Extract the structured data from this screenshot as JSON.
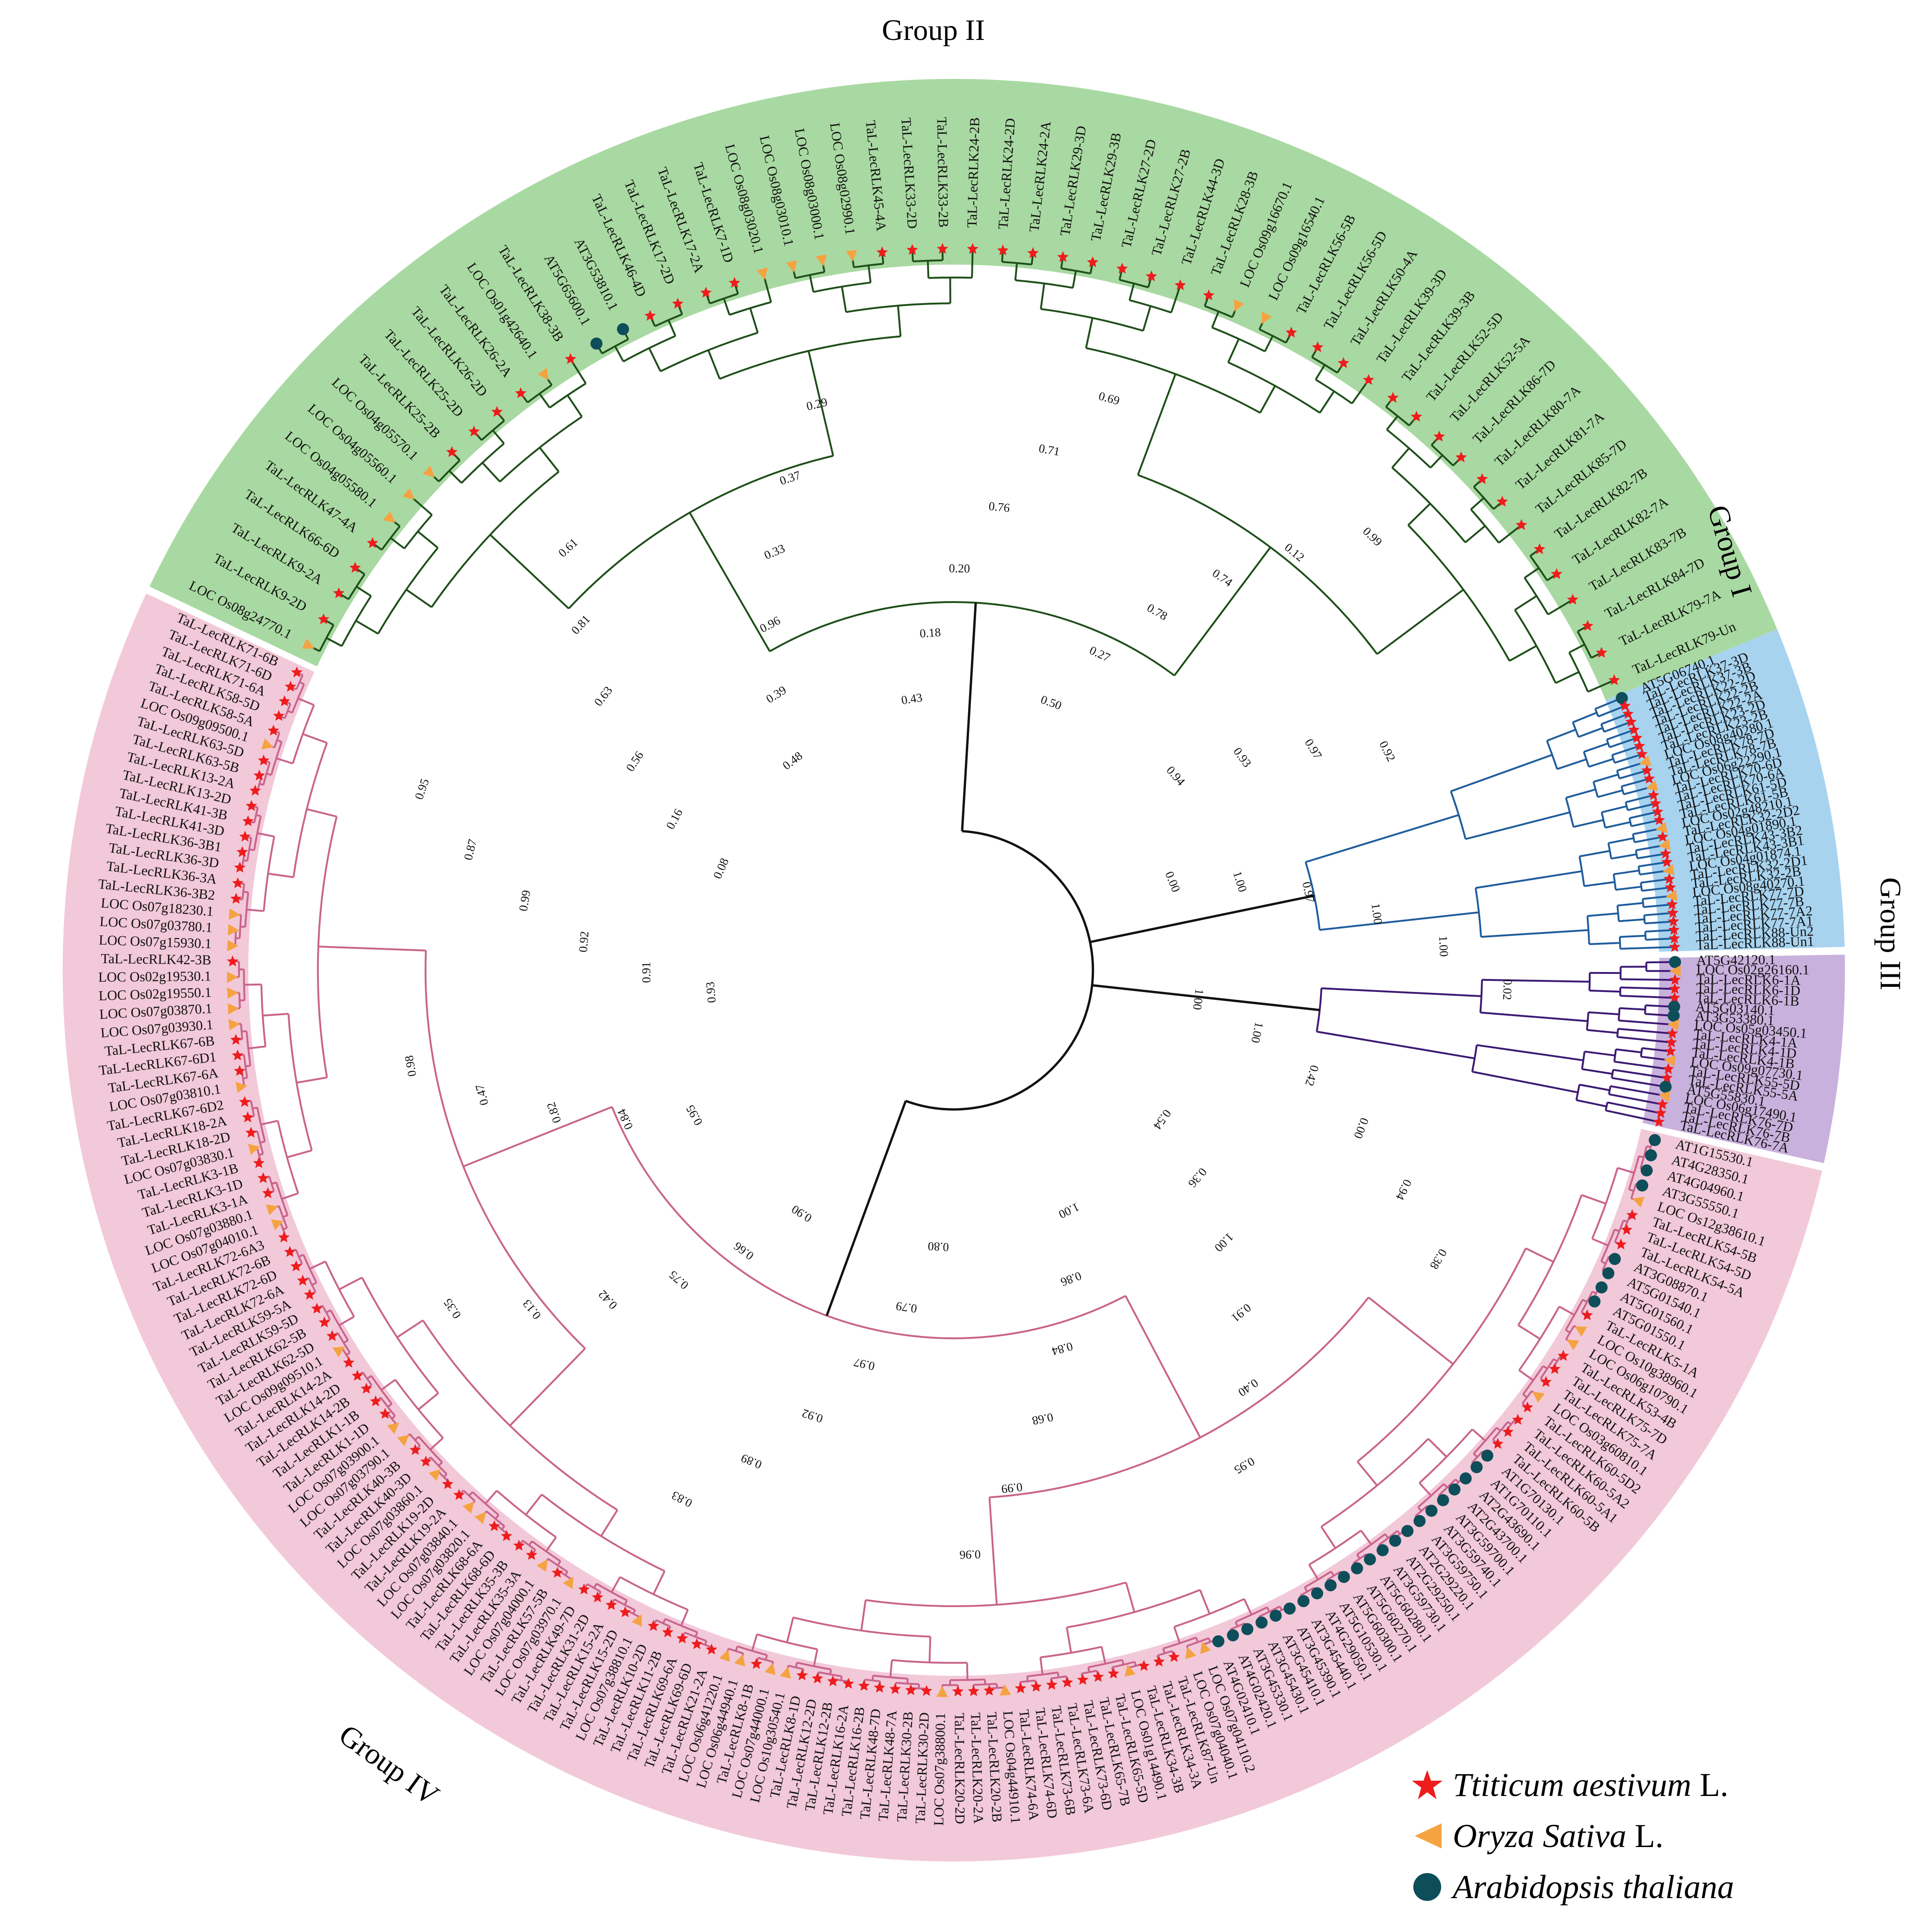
{
  "groups": [
    {
      "id": "I",
      "label": "Group I",
      "fill": "#a7d3ef",
      "branch": "#1f5d9c"
    },
    {
      "id": "II",
      "label": "Group II",
      "fill": "#a9d9a2",
      "branch": "#1f4f1a"
    },
    {
      "id": "III",
      "label": "Group III",
      "fill": "#c9b1dd",
      "branch": "#3c1a73"
    },
    {
      "id": "IV",
      "label": "Group IV",
      "fill": "#f2c9d9",
      "branch": "#c9648b"
    }
  ],
  "legend": [
    {
      "genus": "Ttiticum aestivum",
      "author": "L.",
      "marker": "star",
      "color": "#ee1c1c"
    },
    {
      "genus": "Oryza Sativa",
      "author": "L.",
      "marker": "triangle",
      "color": "#f5a341"
    },
    {
      "genus": "Arabidopsis thaliana",
      "author": "",
      "marker": "circle",
      "color": "#0d4e5a"
    }
  ],
  "leaves": {
    "I": [
      "AT5G06740.1",
      "TaL-LecRLK37-3D",
      "TaL-LecRLK37-3B",
      "TaL-LecRLK22-2D",
      "TaL-LecRLK22-2B",
      "TaL-LecRLK22-2A",
      "TaL-LecRLK23-2D",
      "TaL-LecRLK23-2B",
      "LOC Os08g40280.1",
      "TaL-LecRLK78-7D",
      "TaL-LecRLK78-7B",
      "LOC Os06g22290.1",
      "TaL-LecRLK70-6D",
      "TaL-LecRLK70-6A",
      "TaL-LecRLK61-5D",
      "TaL-LecRLK61-5B",
      "LOC Os02g48210.1",
      "TaL-LecRLK32-2D2",
      "LOC Os04g01890.1",
      "TaL-LecRLK43-3B2",
      "TaL-LecRLK43-3B1",
      "LOC Os04g01874.1",
      "TaL-LecRLK32-2D1",
      "TaL-LecRLK32-2B",
      "LOC Os08g40270.1",
      "TaL-LecRLK77-7D",
      "TaL-LecRLK77-7B",
      "TaL-LecRLK77-7A2",
      "TaL-LecRLK77-7A1",
      "TaL-LecRLK88-Un2",
      "TaL-LecRLK88-Un1"
    ],
    "III": [
      "AT5G42120.1",
      "LOC Os02g26160.1",
      "TaL-LecRLK6-1A",
      "TaL-LecRLK6-1D",
      "TaL-LecRLK6-1B",
      "AT5G03140.1",
      "AT3G53380.1",
      "LOC Os05g03450.1",
      "TaL-LecRLK4-1A",
      "TaL-LecRLK4-1D",
      "TaL-LecRLK4-1B",
      "LOC Os09g07730.1",
      "TaL-LecRLK55-5D",
      "TaL-LecRLK55-5A",
      "AT5G55830.1",
      "LOC Os06g17490.1",
      "TaL-LecRLK76-7D",
      "TaL-LecRLK76-7B",
      "TaL-LecRLK76-7A"
    ],
    "IV": [
      "AT1G15530.1",
      "AT4G28350.1",
      "AT4G04960.1",
      "AT3G55550.1",
      "LOC Os12g38610.1",
      "TaL-LecRLK54-5B",
      "TaL-LecRLK54-5D",
      "TaL-LecRLK54-5A",
      "AT3G08870.1",
      "AT5G01540.1",
      "AT5G01560.1",
      "AT5G01550.1",
      "TaL-LecRLK5-1A",
      "LOC Os10g38960.1",
      "LOC Os06g10790.1",
      "TaL-LecRLK53-4B",
      "TaL-LecRLK75-7D",
      "TaL-LecRLK75-7A",
      "LOC Os03g60810.1",
      "TaL-LecRLK60-5D2",
      "TaL-LecRLK60-5A2",
      "TaL-LecRLK60-5A1",
      "TaL-LecRLK60-5B",
      "AT1G70130.1",
      "AT1G70110.1",
      "AT2G43690.1",
      "AT2G43700.1",
      "AT3G59700.1",
      "AT3G59740.1",
      "AT3G59750.1",
      "AT2G29220.1",
      "AT2G29250.1",
      "AT3G59730.1",
      "AT5G60280.1",
      "AT5G60270.1",
      "AT5G60300.1",
      "AT5G10530.1",
      "AT4G29050.1",
      "AT3G45440.1",
      "AT3G45390.1",
      "AT3G45410.1",
      "AT3G45430.1",
      "AT3G45330.1",
      "AT4G02420.1",
      "AT4G02410.1",
      "LOC Os07g04110.2",
      "LOC Os07g04040.1",
      "TaL-LecRLK87-Un",
      "TaL-LecRLK34-3A",
      "TaL-LecRLK34-3B",
      "LOC Os01g14490.1",
      "TaL-LecRLK65-5D",
      "TaL-LecRLK65-7B",
      "TaL-LecRLK73-6D",
      "TaL-LecRLK73-6A",
      "TaL-LecRLK73-6B",
      "TaL-LecRLK74-6D",
      "TaL-LecRLK74-6A",
      "LOC Os04g44910.1",
      "TaL-LecRLK20-2B",
      "TaL-LecRLK20-2A",
      "TaL-LecRLK20-2D",
      "LOC Os07g38800.1",
      "TaL-LecRLK30-2D",
      "TaL-LecRLK30-2B",
      "TaL-LecRLK48-7A",
      "TaL-LecRLK48-7D",
      "TaL-LecRLK16-2B",
      "TaL-LecRLK16-2A",
      "TaL-LecRLK12-2B",
      "TaL-LecRLK12-2D",
      "TaL-LecRLK8-1D",
      "LOC Os10g30540.1",
      "LOC Os07g44000.1",
      "TaL-LecRLK8-1B",
      "LOC Os06g44940.1",
      "LOC Os06g41220.1",
      "TaL-LecRLK21-2A",
      "TaL-LecRLK69-6D",
      "TaL-LecRLK69-6A",
      "TaL-LecRLK11-2B",
      "TaL-LecRLK10-2D",
      "LOC Os07g38810.1",
      "TaL-LecRLK15-2D",
      "TaL-LecRLK15-2A",
      "TaL-LecRLK31-2D",
      "TaL-LecRLK49-7D",
      "LOC Os07g03970.1",
      "TaL-LecRLK57-5B",
      "LOC Os07g04000.1",
      "TaL-LecRLK35-3A",
      "TaL-LecRLK35-3B",
      "TaL-LecRLK68-6D",
      "TaL-LecRLK68-6A",
      "LOC Os07g03820.1",
      "LOC Os07g03840.1",
      "TaL-LecRLK19-2A",
      "TaL-LecRLK19-2D",
      "LOC Os07g03860.1",
      "TaL-LecRLK40-3D",
      "TaL-LecRLK40-3B",
      "LOC Os07g03790.1",
      "LOC Os07g03900.1",
      "TaL-LecRLK1-1D",
      "TaL-LecRLK1-1B",
      "TaL-LecRLK14-2B",
      "TaL-LecRLK14-2D",
      "TaL-LecRLK14-2A",
      "LOC Os09g09510.1",
      "TaL-LecRLK62-5D",
      "TaL-LecRLK62-5B",
      "TaL-LecRLK59-5D",
      "TaL-LecRLK59-5A",
      "TaL-LecRLK72-6A",
      "TaL-LecRLK72-6D",
      "TaL-LecRLK72-6B",
      "TaL-LecRLK72-6A3",
      "LOC Os07g04010.1",
      "LOC Os07g03880.1",
      "TaL-LecRLK3-1A",
      "TaL-LecRLK3-1D",
      "TaL-LecRLK3-1B",
      "LOC Os07g03830.1",
      "TaL-LecRLK18-2D",
      "TaL-LecRLK18-2A",
      "TaL-LecRLK67-6D2",
      "LOC Os07g03810.1",
      "TaL-LecRLK67-6A",
      "TaL-LecRLK67-6D1",
      "TaL-LecRLK67-6B",
      "LOC Os07g03930.1",
      "LOC Os07g03870.1",
      "LOC Os02g19550.1",
      "LOC Os02g19530.1",
      "TaL-LecRLK42-3B",
      "LOC Os07g15930.1",
      "LOC Os07g03780.1",
      "LOC Os07g18230.1",
      "TaL-LecRLK36-3B2",
      "TaL-LecRLK36-3A",
      "TaL-LecRLK36-3D",
      "TaL-LecRLK36-3B1",
      "TaL-LecRLK41-3D",
      "TaL-LecRLK41-3B",
      "TaL-LecRLK13-2D",
      "TaL-LecRLK13-2A",
      "TaL-LecRLK63-5B",
      "TaL-LecRLK63-5D",
      "LOC Os09g09500.1",
      "TaL-LecRLK58-5A",
      "TaL-LecRLK58-5D",
      "TaL-LecRLK71-6A",
      "TaL-LecRLK71-6D",
      "TaL-LecRLK71-6B"
    ],
    "II": [
      "LOC Os08g24770.1",
      "TaL-LecRLK9-2D",
      "TaL-LecRLK9-2A",
      "TaL-LecRLK66-6D",
      "TaL-LecRLK47-4A",
      "LOC Os04g05580.1",
      "LOC Os04g05560.1",
      "LOC Os04g05570.1",
      "TaL-LecRLK25-2B",
      "TaL-LecRLK25-2D",
      "TaL-LecRLK26-2D",
      "TaL-LecRLK26-2A",
      "LOC Os01g42640.1",
      "TaL-LecRLK38-3B",
      "AT5G65600.1",
      "AT3G53810.1",
      "TaL-LecRLK46-4D",
      "TaL-LecRLK17-2D",
      "TaL-LecRLK17-2A",
      "TaL-LecRLK7-1D",
      "LOC Os08g03020.1",
      "LOC Os08g03010.1",
      "LOC Os08g03000.1",
      "LOC Os08g02990.1",
      "TaL-LecRLK45-4A",
      "TaL-LecRLK33-2D",
      "TaL-LecRLK33-2B",
      "TaL-LecRLK24-2B",
      "TaL-LecRLK24-2D",
      "TaL-LecRLK24-2A",
      "TaL-LecRLK29-3D",
      "TaL-LecRLK29-3B",
      "TaL-LecRLK27-2D",
      "TaL-LecRLK27-2B",
      "TaL-LecRLK44-3D",
      "TaL-LecRLK28-3B",
      "LOC Os09g16670.1",
      "LOC Os09g16540.1",
      "TaL-LecRLK56-5B",
      "TaL-LecRLK56-5D",
      "TaL-LecRLK50-4A",
      "TaL-LecRLK39-3D",
      "TaL-LecRLK39-3B",
      "TaL-LecRLK52-5D",
      "TaL-LecRLK52-5A",
      "TaL-LecRLK86-7D",
      "TaL-LecRLK80-7A",
      "TaL-LecRLK81-7A",
      "TaL-LecRLK85-7D",
      "TaL-LecRLK82-7B",
      "TaL-LecRLK82-7A",
      "TaL-LecRLK83-7B",
      "TaL-LecRLK84-7D",
      "TaL-LecRLK79-7A",
      "TaL-LecRLK79-Un"
    ]
  },
  "bootstrap_values": [
    "0.00",
    "1.00",
    "0.97",
    "1.00",
    "1.00",
    "0.02",
    "1.00",
    "1.00",
    "0.42",
    "0.00",
    "0.94",
    "0.38",
    "0.54",
    "0.36",
    "1.00",
    "0.91",
    "0.40",
    "0.95",
    "1.00",
    "0.86",
    "0.84",
    "0.68",
    "0.99",
    "0.96",
    "0.80",
    "0.79",
    "0.97",
    "0.92",
    "0.89",
    "0.83",
    "0.90",
    "0.66",
    "0.75",
    "0.42",
    "0.13",
    "0.35",
    "0.95",
    "0.84",
    "0.82",
    "0.47",
    "0.98",
    "0.93",
    "0.91",
    "0.92",
    "0.99",
    "0.87",
    "0.95",
    "0.08",
    "0.16",
    "0.56",
    "0.63",
    "0.81",
    "0.61",
    "0.48",
    "0.39",
    "0.96",
    "0.33",
    "0.37",
    "0.29",
    "0.43",
    "0.18",
    "0.20",
    "0.76",
    "0.71",
    "0.69",
    "0.50",
    "0.27",
    "0.78",
    "0.74",
    "0.12",
    "0.99",
    "0.94",
    "0.93",
    "0.97",
    "0.92"
  ]
}
